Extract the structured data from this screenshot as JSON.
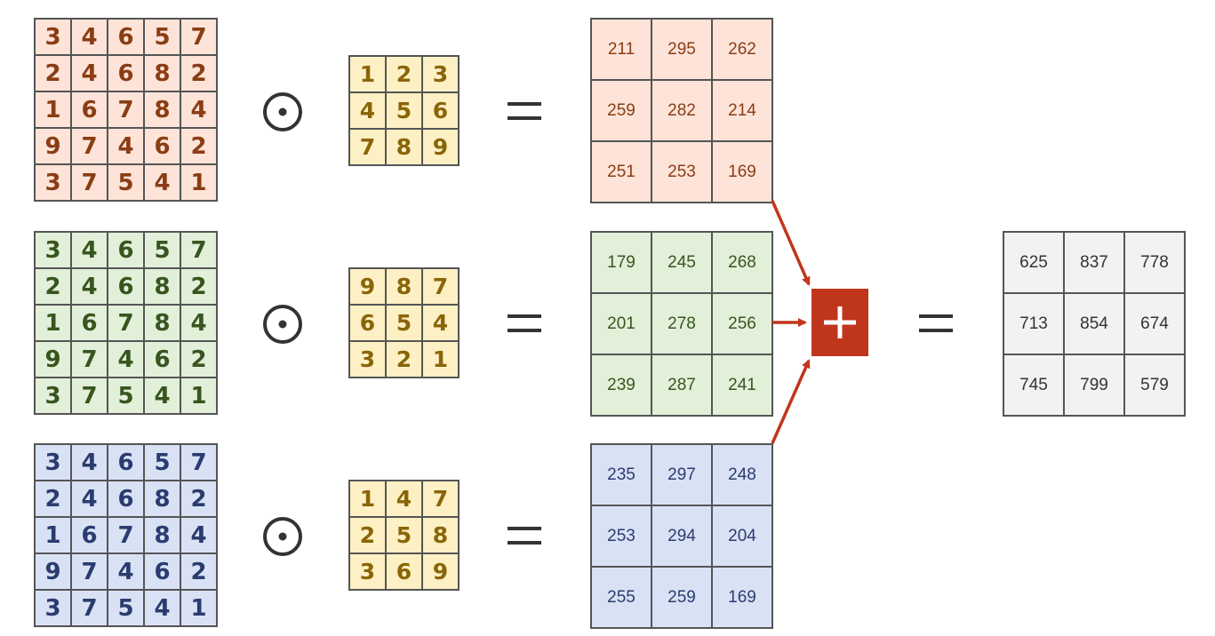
{
  "input_matrix": [
    [
      3,
      4,
      6,
      5,
      7
    ],
    [
      2,
      4,
      6,
      8,
      2
    ],
    [
      1,
      6,
      7,
      8,
      4
    ],
    [
      9,
      7,
      4,
      6,
      2
    ],
    [
      3,
      7,
      5,
      4,
      1
    ]
  ],
  "kernels": [
    [
      [
        1,
        2,
        3
      ],
      [
        4,
        5,
        6
      ],
      [
        7,
        8,
        9
      ]
    ],
    [
      [
        9,
        8,
        7
      ],
      [
        6,
        5,
        4
      ],
      [
        3,
        2,
        1
      ]
    ],
    [
      [
        1,
        4,
        7
      ],
      [
        2,
        5,
        8
      ],
      [
        3,
        6,
        9
      ]
    ]
  ],
  "results": [
    [
      [
        211,
        295,
        262
      ],
      [
        259,
        282,
        214
      ],
      [
        251,
        253,
        169
      ]
    ],
    [
      [
        179,
        245,
        268
      ],
      [
        201,
        278,
        256
      ],
      [
        239,
        287,
        241
      ]
    ],
    [
      [
        235,
        297,
        248
      ],
      [
        253,
        294,
        204
      ],
      [
        255,
        259,
        169
      ]
    ]
  ],
  "sum_result": [
    [
      625,
      837,
      778
    ],
    [
      713,
      854,
      674
    ],
    [
      745,
      799,
      579
    ]
  ],
  "colors": {
    "red_channel": "#fde3d8",
    "green_channel": "#e2efd9",
    "blue_channel": "#d9e2f5",
    "kernel": "#fdf0c4",
    "sum": "#f2f2f2",
    "arrow": "#c0361c"
  },
  "icons": {
    "multiply": "odot-icon",
    "equals": "equals-icon",
    "add": "plus-icon",
    "arrow": "arrow-icon"
  }
}
